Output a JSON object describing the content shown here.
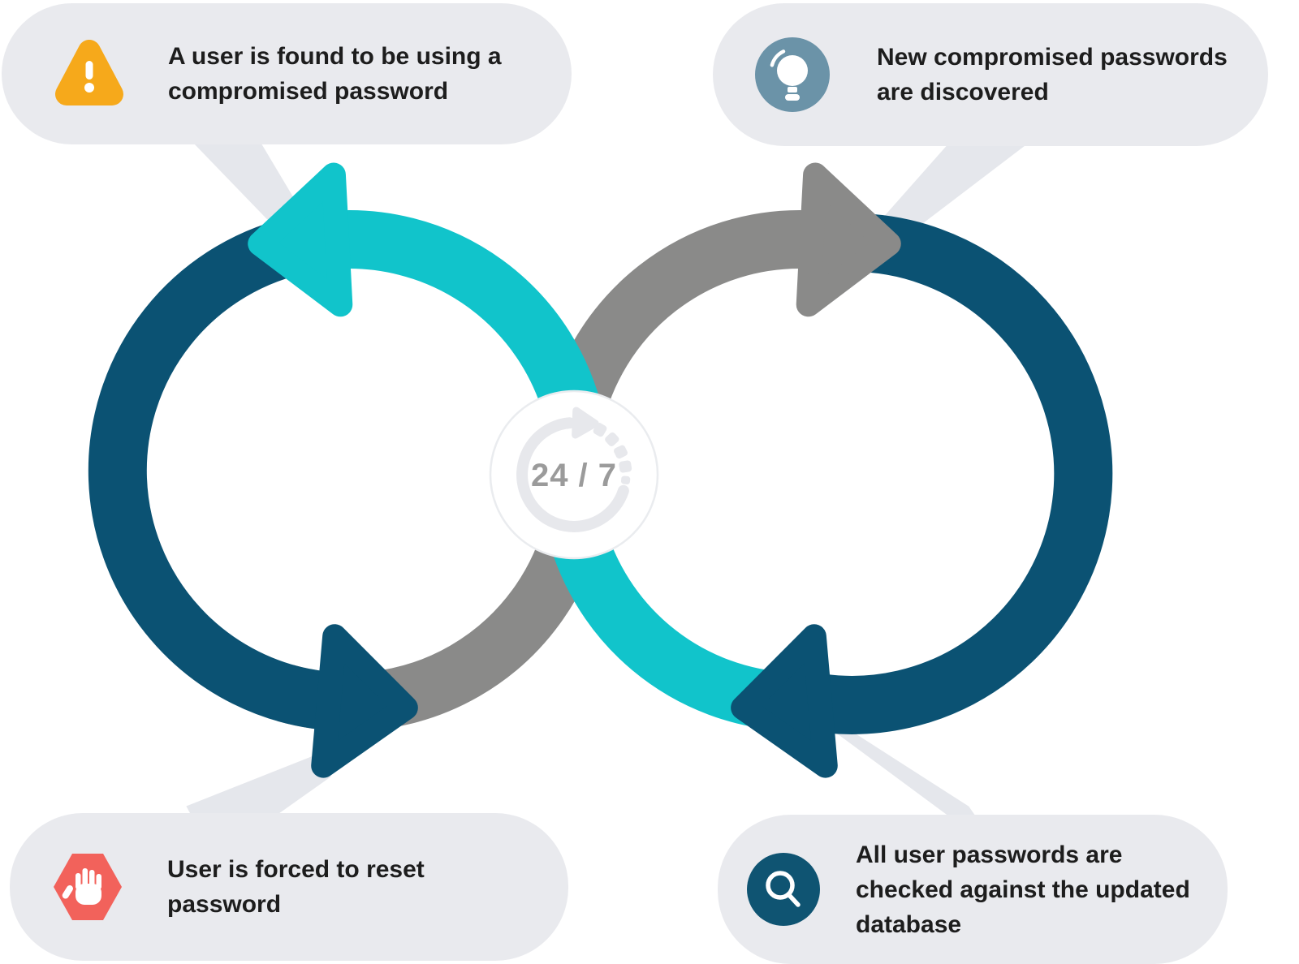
{
  "colors": {
    "cyan": "#11C4CB",
    "navy": "#0B5273",
    "gray": "#8A8A89",
    "pill": "#E9EAEE",
    "connector": "#E5E7EC",
    "text_dark": "#1D1D1D",
    "warning_orange": "#F6A91B",
    "bulb_blue": "#6B93A8",
    "hand_red": "#F2625B",
    "search_navy": "#0F5472",
    "badge_bg": "#FFFFFF",
    "badge_border": "#EAECEF",
    "badge_ring": "#E7E8EC",
    "badge_text": "#9B9B9B"
  },
  "callouts": {
    "top_left": {
      "icon": "warning-triangle",
      "text": "A user is found to be using a\ncompromised password"
    },
    "top_right": {
      "icon": "lightbulb",
      "text": "New compromised passwords\nare discovered"
    },
    "bottom_left": {
      "icon": "stop-hand",
      "text": "User is forced to reset\npassword"
    },
    "bottom_right": {
      "icon": "magnifier",
      "text": "All user passwords are\nchecked against the updated\ndatabase"
    }
  },
  "badge": {
    "label": "24 / 7"
  }
}
